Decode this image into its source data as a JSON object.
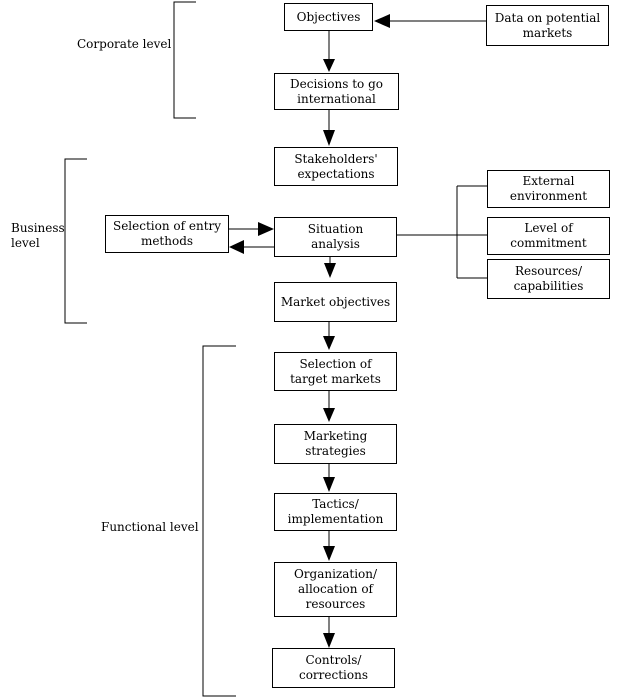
{
  "levels": {
    "corporate": "Corporate level",
    "business": "Business\nlevel",
    "functional": "Functional level"
  },
  "boxes": {
    "objectives": "Objectives",
    "data_markets": "Data on potential\nmarkets",
    "decisions": "Decisions to go\ninternational",
    "stakeholders": "Stakeholders'\nexpectations",
    "entry_methods": "Selection of entry\nmethods",
    "situation": "Situation\nanalysis",
    "external_env": "External\nenvironment",
    "commitment": "Level of\ncommitment",
    "resources": "Resources/\ncapabilities",
    "market_objectives": "Market objectives",
    "target_markets": "Selection of\ntarget markets",
    "marketing_strategies": "Marketing\nstrategies",
    "tactics": "Tactics/\nimplementation",
    "organization": "Organization/\nallocation of\nresources",
    "controls": "Controls/\ncorrections"
  },
  "colors": {
    "line": "#000000",
    "box_fill": "#ffffff",
    "background": "#ffffff"
  }
}
